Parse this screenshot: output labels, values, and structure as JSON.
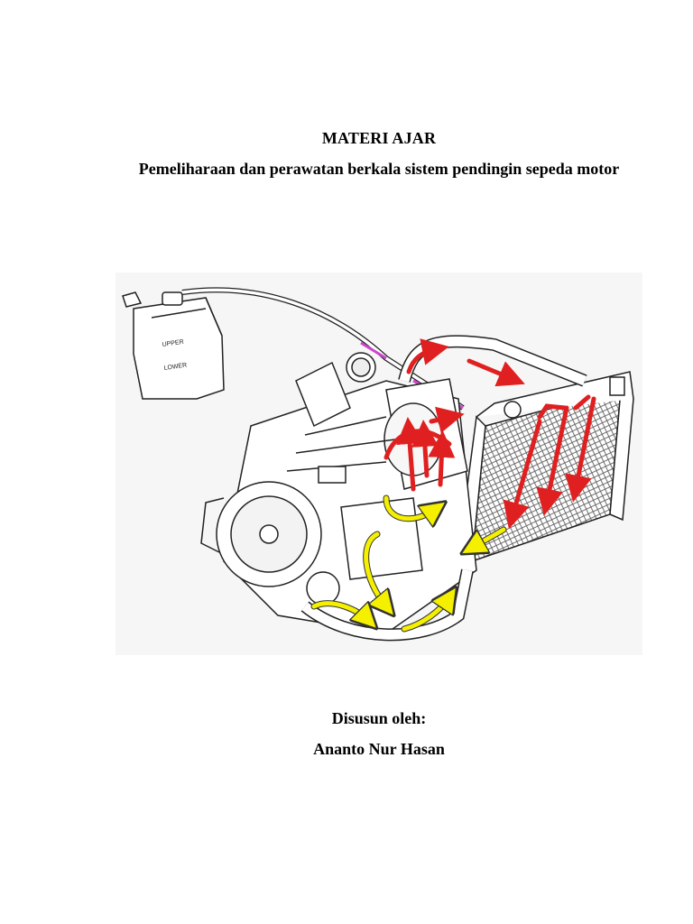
{
  "document": {
    "title": "MATERI AJAR",
    "subtitle": "Pemeliharaan dan perawatan berkala sistem pendingin sepeda motor",
    "figure": {
      "reservoir_labels": [
        "UPPER",
        "LOWER"
      ],
      "colors": {
        "hot_coolant_arrow": "#e02020",
        "cool_coolant_arrow": "#f4f000",
        "hose_highlight": "#cc44cc",
        "line_art": "#222222",
        "background": "#f6f6f6"
      }
    },
    "by_label": "Disusun oleh:",
    "author": "Ananto Nur Hasan"
  }
}
